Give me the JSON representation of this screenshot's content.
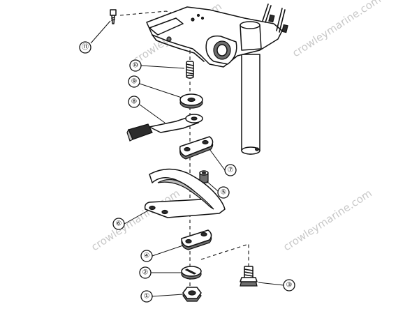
{
  "watermark": "crowleymarine.com",
  "callouts": [
    {
      "id": "callout-1",
      "label": "①"
    },
    {
      "id": "callout-2",
      "label": "②"
    },
    {
      "id": "callout-3",
      "label": "③"
    },
    {
      "id": "callout-4",
      "label": "④"
    },
    {
      "id": "callout-5",
      "label": "⑤"
    },
    {
      "id": "callout-6",
      "label": "⑥"
    },
    {
      "id": "callout-7",
      "label": "⑦"
    },
    {
      "id": "callout-8",
      "label": "⑧"
    },
    {
      "id": "callout-9",
      "label": "⑨"
    },
    {
      "id": "callout-10",
      "label": "⑩"
    },
    {
      "id": "callout-11",
      "label": "⑪"
    }
  ]
}
